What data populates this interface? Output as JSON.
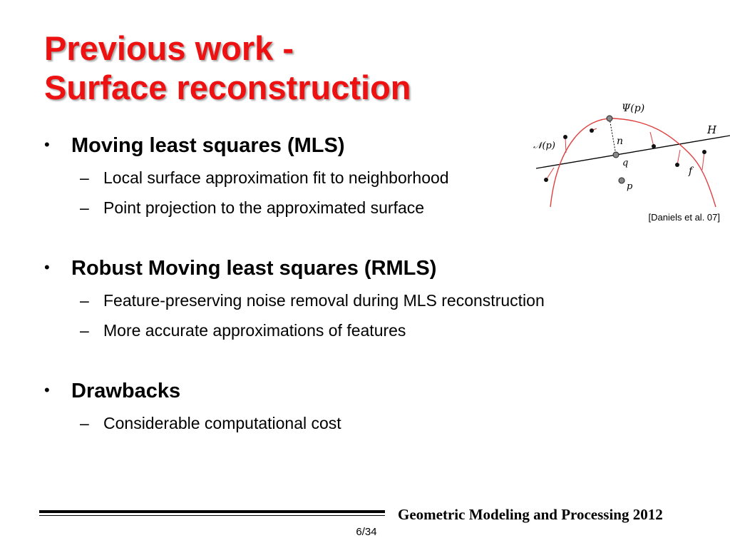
{
  "slide": {
    "title_line1": "Previous work -",
    "title_line2": "Surface reconstruction",
    "bullets": [
      {
        "label": "Moving least squares (MLS)",
        "subs": [
          "Local surface approximation fit to neighborhood",
          "Point projection to the approximated surface"
        ]
      },
      {
        "label": "Robust Moving least squares (RMLS)",
        "subs": [
          "Feature-preserving noise removal during MLS reconstruction",
          "More accurate approximations of features"
        ]
      },
      {
        "label": "Drawbacks",
        "subs": [
          "Considerable computational cost"
        ]
      }
    ],
    "bullet_glyph": "•",
    "dash_glyph": "–"
  },
  "figure": {
    "labels": {
      "psi": "Ψ(p)",
      "n": "n",
      "H": "H",
      "N": "𝒩(p)",
      "q": "q",
      "f": "f",
      "p": "p"
    },
    "curve_color": "#e04040"
  },
  "citation": "[Daniels et al. 07]",
  "footer": {
    "conference": "Geometric Modeling and Processing 2012",
    "page": "6/34"
  }
}
